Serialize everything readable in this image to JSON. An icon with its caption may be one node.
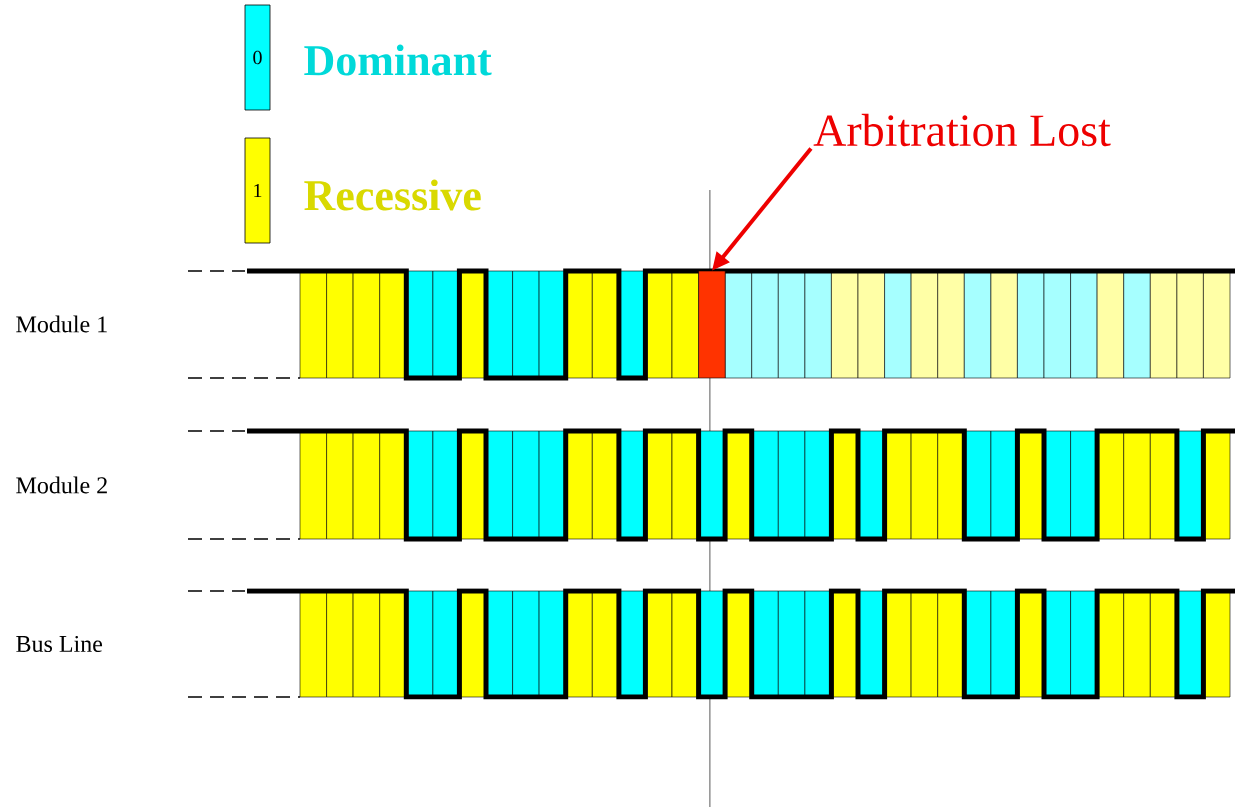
{
  "diagram": {
    "nodes": [
      {
        "text": [
          "Arbitration Lost"
        ]
      },
      {
        "text": [],
        "shape": "bar"
      }
    ],
    "edges": [
      {
        "from": 0,
        "to": 1,
        "arrow": "to",
        "color": "#ee0000"
      }
    ],
    "labels": [
      "0",
      "1",
      "Module 1",
      "Module 2",
      "Bus Line"
    ],
    "legend": [
      {
        "text": "Dominant",
        "color": "#00ffff"
      },
      {
        "text": "Recessive",
        "color": "#ffff00"
      }
    ]
  }
}
